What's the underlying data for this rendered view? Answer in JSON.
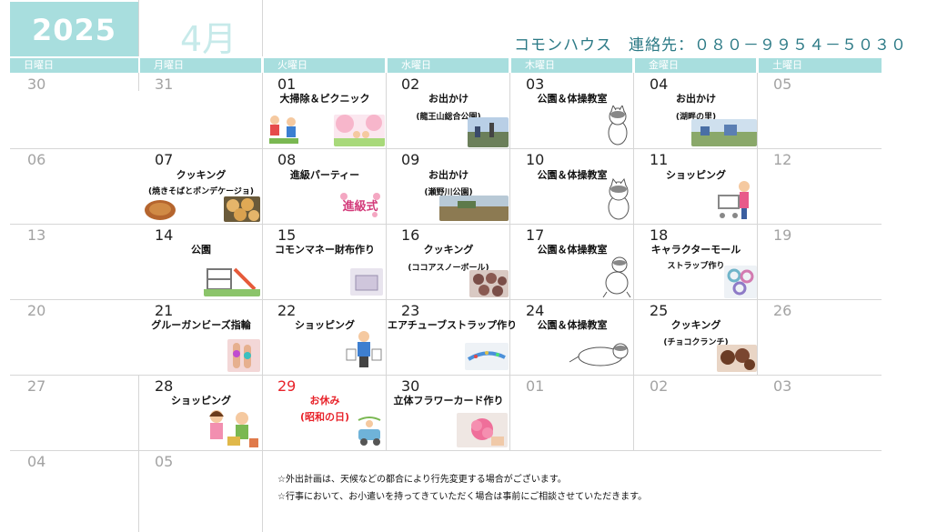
{
  "header": {
    "year": "2025",
    "month": "4月",
    "contact": "コモンハウス　連絡先：０８０－９９５４－５０３０"
  },
  "weekdays": [
    "日曜日",
    "月曜日",
    "火曜日",
    "水曜日",
    "木曜日",
    "金曜日",
    "土曜日"
  ],
  "days": [
    "30",
    "31",
    "01",
    "02",
    "03",
    "04",
    "05",
    "06",
    "07",
    "08",
    "09",
    "10",
    "11",
    "12",
    "13",
    "14",
    "15",
    "16",
    "17",
    "18",
    "19",
    "20",
    "21",
    "22",
    "23",
    "24",
    "25",
    "26",
    "27",
    "28",
    "29",
    "30",
    "01",
    "02",
    "03",
    "04",
    "05"
  ],
  "events": {
    "apr01": "大掃除＆ピクニック",
    "apr02": "お出かけ",
    "apr02_sub": "(龍王山総合公園)",
    "apr03": "公園＆体操教室",
    "apr04": "お出かけ",
    "apr04_sub": "(湖畔の里)",
    "apr07": "クッキング",
    "apr07_sub": "(焼きそばとポンデケージョ)",
    "apr08": "進級パーティー",
    "apr09": "お出かけ",
    "apr09_sub": "(瀬野川公園)",
    "apr10": "公園＆体操教室",
    "apr11": "ショッピング",
    "apr14": "公園",
    "apr15": "コモンマネー財布作り",
    "apr16": "クッキング",
    "apr16_sub": "(ココアスノーボール)",
    "apr17": "公園＆体操教室",
    "apr18": "キャラクターモール",
    "apr18_sub": "ストラップ作り",
    "apr21": "グルーガンビーズ指輪",
    "apr22": "ショッピング",
    "apr23": "エアチューブストラップ作り",
    "apr24": "公園＆体操教室",
    "apr25": "クッキング",
    "apr25_sub": "(チョコクランチ)",
    "apr28": "ショッピング",
    "apr29": "お休み",
    "apr29_sub": "(昭和の日)",
    "apr30": "立体フラワーカード作り",
    "sign_text": "進級式"
  },
  "notes": [
    "☆外出計画は、天候などの都合により行先変更する場合がございます。",
    "☆行事において、お小遣いを持ってきていただく場合は事前にご相談させていただきます。"
  ],
  "colors": {
    "accent": "#a8dede",
    "contact": "#2c7a86",
    "holiday": "#e8232a",
    "muted": "#a3a3a3"
  }
}
